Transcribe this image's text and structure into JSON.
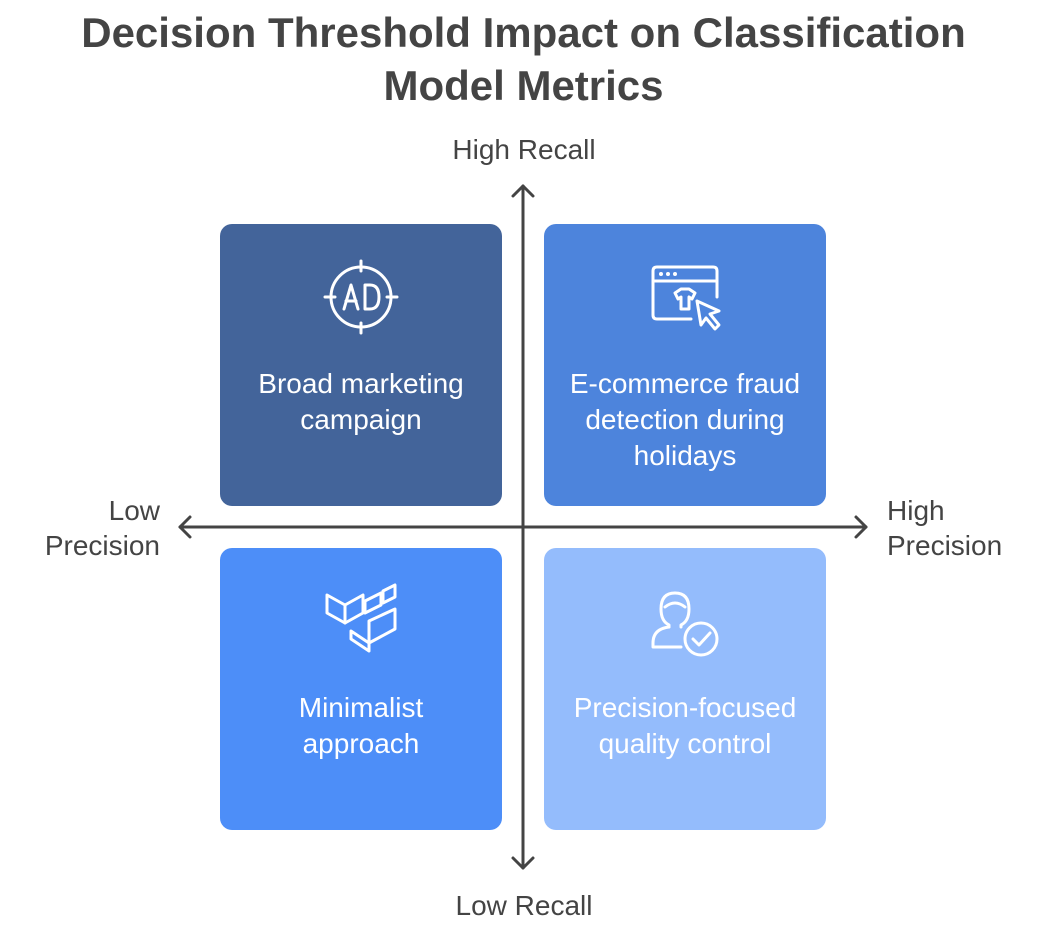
{
  "title": {
    "line1": "Decision Threshold Impact on Classification",
    "line2": "Model Metrics"
  },
  "axes": {
    "top": "High Recall",
    "bottom": "Low Recall",
    "left_line1": "Low",
    "left_line2": "Precision",
    "right_line1": "High",
    "right_line2": "Precision"
  },
  "colors": {
    "axis": "#444444",
    "top_left": "#43649a",
    "top_right": "#4d84dc",
    "bottom_left": "#4d8ef8",
    "bottom_right": "#94bcfc"
  },
  "quadrants": {
    "top_left": {
      "icon": "ad-target-icon",
      "line1": "Broad marketing",
      "line2": "campaign"
    },
    "top_right": {
      "icon": "web-shop-cursor-icon",
      "line1": "E-commerce fraud",
      "line2": "detection during",
      "line3": "holidays"
    },
    "bottom_left": {
      "icon": "material-logo-icon",
      "line1": "Minimalist",
      "line2": "approach"
    },
    "bottom_right": {
      "icon": "user-check-icon",
      "line1": "Precision-focused",
      "line2": "quality control"
    }
  }
}
